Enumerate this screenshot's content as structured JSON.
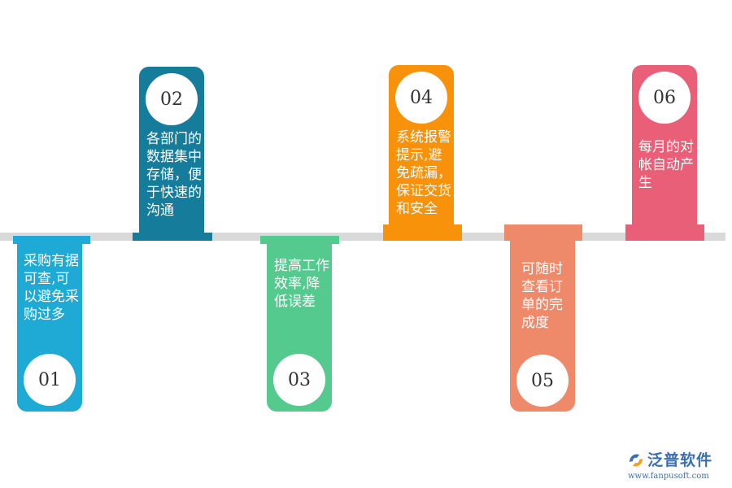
{
  "items": [
    {
      "number": "01",
      "text": "采购有据可查,可以避免采购过多",
      "color": "#1fa9d5"
    },
    {
      "number": "02",
      "text": "各部门的数据集中存储，便于快速的沟通",
      "color": "#157d9b"
    },
    {
      "number": "03",
      "text": "提高工作效率,降低误差",
      "color": "#55ca8f"
    },
    {
      "number": "04",
      "text": "系统报警提示,避免疏漏，保证交货和安全",
      "color": "#f7920a"
    },
    {
      "number": "05",
      "text": "可随时查看订单的完成度",
      "color": "#ee8a6a"
    },
    {
      "number": "06",
      "text": "每月的对帐自动产生",
      "color": "#ea5f78"
    }
  ],
  "logo": {
    "name": "泛普软件",
    "url": "www.fanpusoft.com",
    "color": "#3a6fb0"
  },
  "timeline_color": "#d9d9d9"
}
